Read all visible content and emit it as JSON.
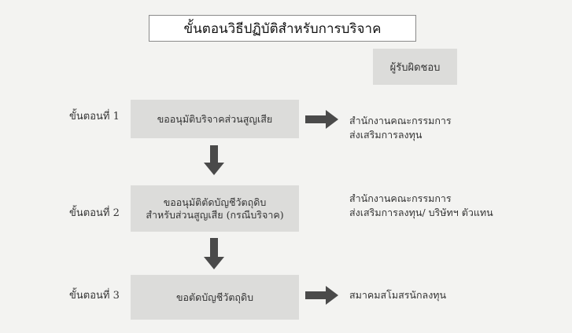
{
  "title": "ขั้นตอนวิธีปฏิบัติสำหรับการบริจาค",
  "responsible_header": "ผู้รับผิดชอบ",
  "steps": [
    {
      "label": "ขั้นตอนที่ 1",
      "action_lines": [
        "ขออนุมัติบริจาคส่วนสูญเสีย"
      ],
      "org_lines": [
        "สำนักงานคณะกรรมการ",
        "ส่งเสริมการลงทุน"
      ]
    },
    {
      "label": "ขั้นตอนที่ 2",
      "action_lines": [
        "ขออนุมัติตัดบัญชีวัตถุดิบ",
        "สำหรับส่วนสูญเสีย (กรณีบริจาค)"
      ],
      "org_lines": [
        "สำนักงานคณะกรรมการ",
        "ส่งเสริมการลงทุน/ บริษัทฯ ตัวแทน"
      ]
    },
    {
      "label": "ขั้นตอนที่ 3",
      "action_lines": [
        "ขอตัดบัญชีวัตถุดิบ"
      ],
      "org_lines": [
        "สมาคมสโมสรนักลงทุน"
      ]
    }
  ],
  "colors": {
    "background": "#f3f3f1",
    "box_fill": "#dcdcda",
    "arrow": "#4a4a4a"
  }
}
